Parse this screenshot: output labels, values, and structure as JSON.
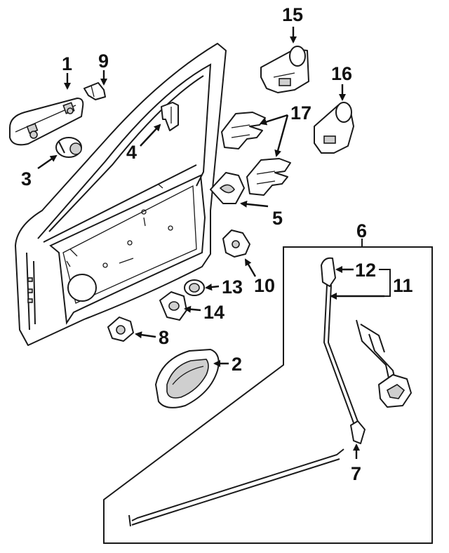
{
  "labels": {
    "p1": "1",
    "p2": "2",
    "p3": "3",
    "p4": "4",
    "p5": "5",
    "p6": "6",
    "p7": "7",
    "p8": "8",
    "p9": "9",
    "p10": "10",
    "p11": "11",
    "p12": "12",
    "p13": "13",
    "p14": "14",
    "p15": "15",
    "p16": "16",
    "p17": "17"
  },
  "colors": {
    "ink": "#111111",
    "shade": "#cfcfcf",
    "paper": "#ffffff"
  }
}
